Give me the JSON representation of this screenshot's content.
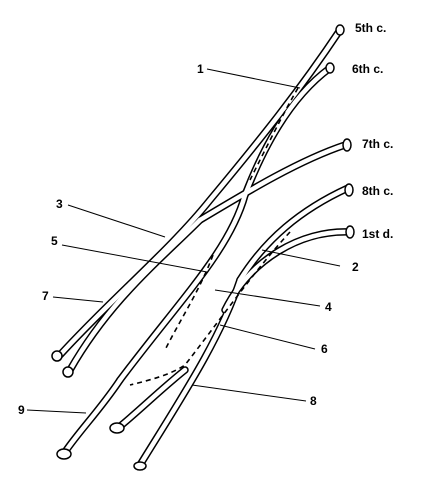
{
  "root_labels": [
    "5th c.",
    "6th c.",
    "7th c.",
    "8th c.",
    "1st d."
  ],
  "number_labels": [
    "1",
    "2",
    "3",
    "4",
    "5",
    "6",
    "7",
    "8",
    "9"
  ]
}
